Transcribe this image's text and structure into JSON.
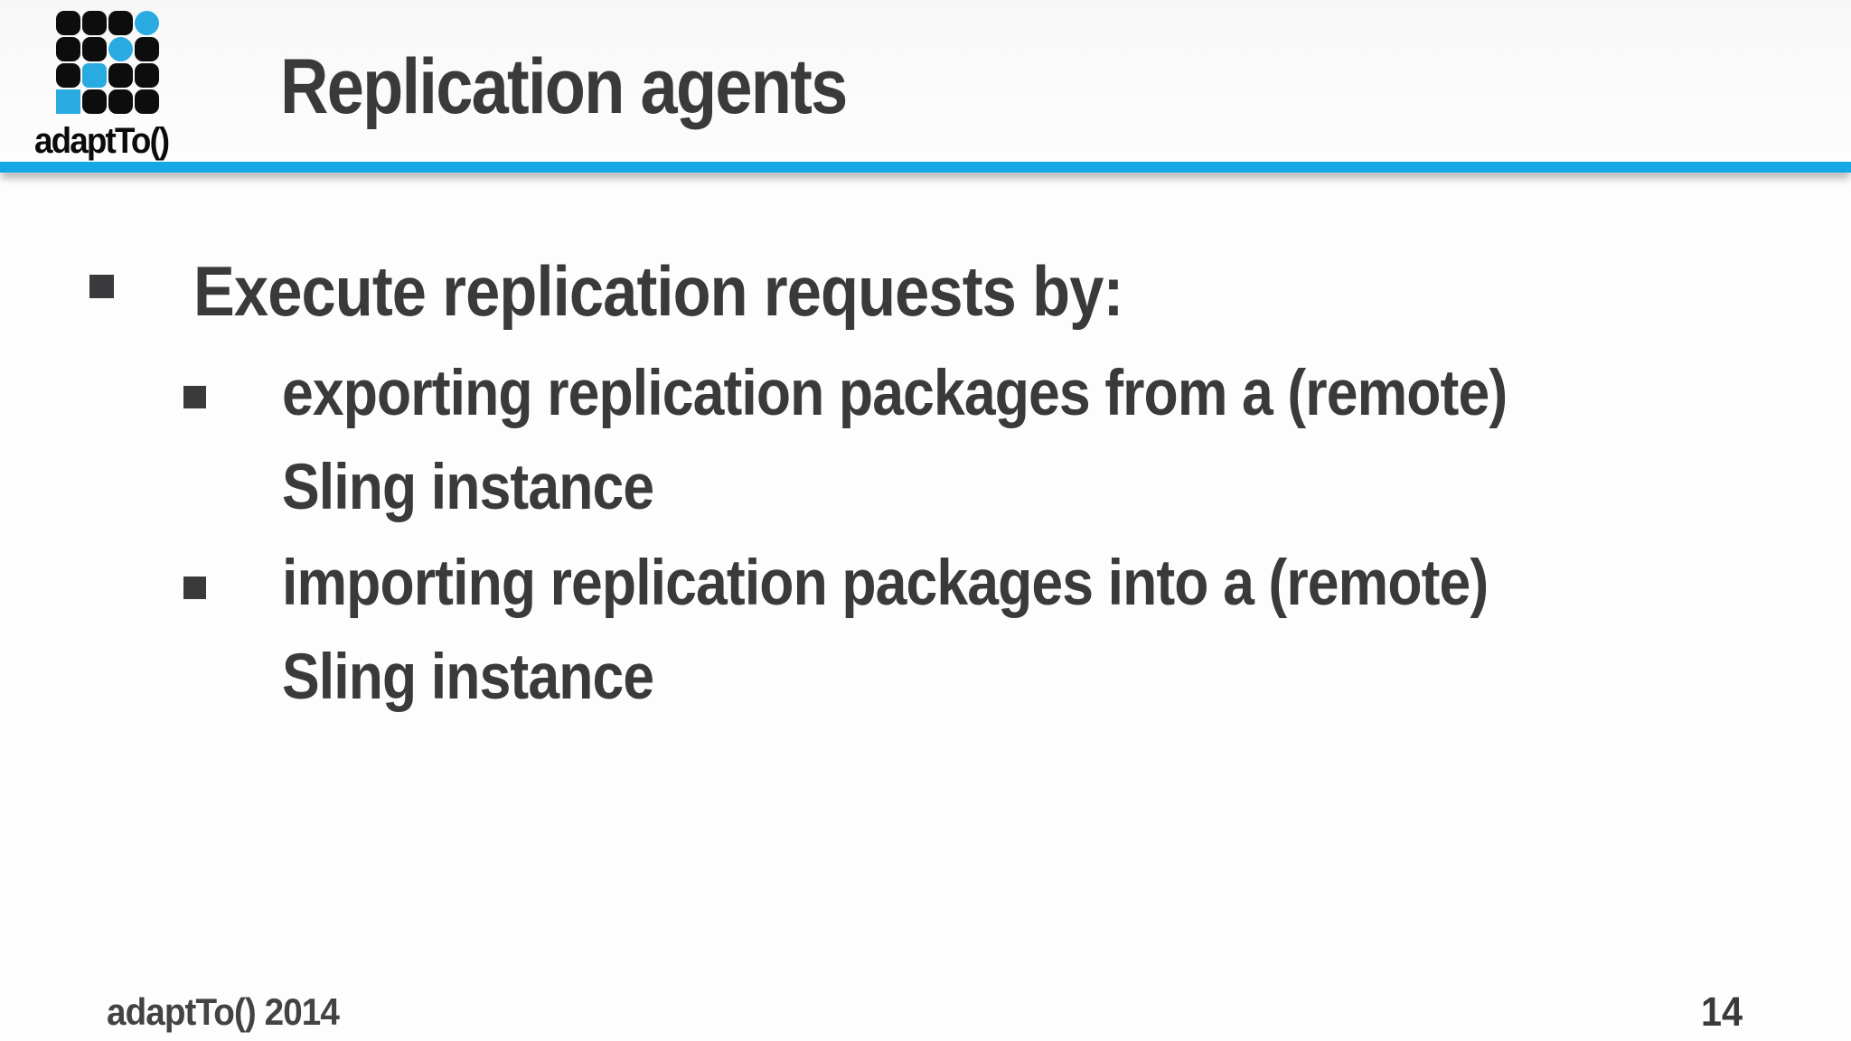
{
  "header": {
    "title": "Replication agents"
  },
  "logo": {
    "name": "adaptTo-logo",
    "text": "adaptTo()",
    "grid": [
      "KKKC",
      "KKCK",
      "KCKK",
      "CKKK"
    ],
    "black": "#0d0d0d",
    "blue": "#29abe2"
  },
  "accent": {
    "line_color": "#14a9e5"
  },
  "content": {
    "bullets": [
      {
        "level": 1,
        "lines": [
          "Execute replication requests by:"
        ]
      },
      {
        "level": 2,
        "lines": [
          "exporting replication packages from a (remote)",
          "Sling instance"
        ]
      },
      {
        "level": 2,
        "lines": [
          "importing replication packages into a (remote)",
          "Sling instance"
        ]
      }
    ]
  },
  "footer": {
    "left": "adaptTo() 2014",
    "page_number": "14"
  },
  "colors": {
    "text": "#3a3a3c",
    "background": "#fdfdfd",
    "header_background": "#fafafa"
  }
}
